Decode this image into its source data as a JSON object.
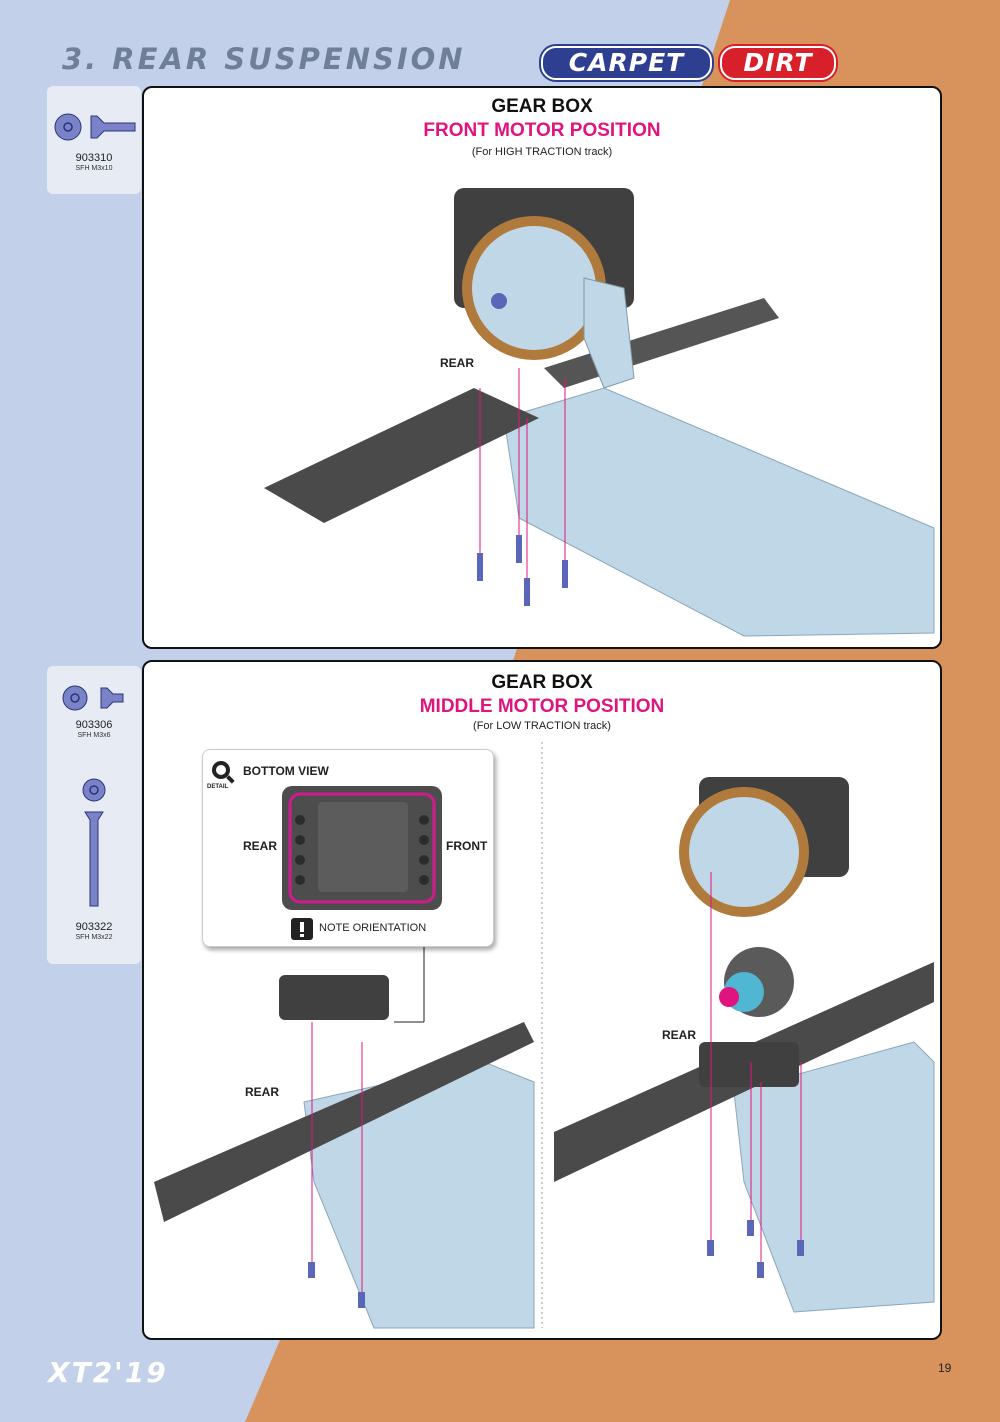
{
  "section": {
    "title": "3. REAR SUSPENSION",
    "tags": {
      "carpet": "CARPET",
      "dirt": "DIRT"
    }
  },
  "colors": {
    "bg_left": "#c3d0e9",
    "bg_right": "#d8935c",
    "accent_magenta": "#e0147f",
    "part_blue": "#7a83c8",
    "chassis": "#bfd7e6",
    "arm": "#4a4a4a"
  },
  "step1": {
    "parts": [
      {
        "number": "903310",
        "spec": "SFH M3x10",
        "icon": "flat-head-screw-icon"
      }
    ],
    "title": "GEAR BOX",
    "subtitle": "FRONT MOTOR POSITION",
    "note": "(For HIGH TRACTION track)",
    "label_rear": "REAR"
  },
  "step2": {
    "parts": [
      {
        "number": "903306",
        "spec": "SFH M3x6",
        "icon": "flat-head-screw-icon"
      },
      {
        "number": "903322",
        "spec": "SFH M3x22",
        "icon": "long-flat-head-screw-icon"
      }
    ],
    "title": "GEAR BOX",
    "subtitle": "MIDDLE MOTOR POSITION",
    "note": "(For LOW TRACTION track)",
    "detail": {
      "badge": "DETAIL",
      "view": "BOTTOM VIEW",
      "label_rear": "REAR",
      "label_front": "FRONT",
      "warning": "NOTE ORIENTATION"
    },
    "label_rear_left": "REAR",
    "label_rear_right": "REAR"
  },
  "footer": {
    "logo": "XT2'19",
    "page": "19"
  }
}
